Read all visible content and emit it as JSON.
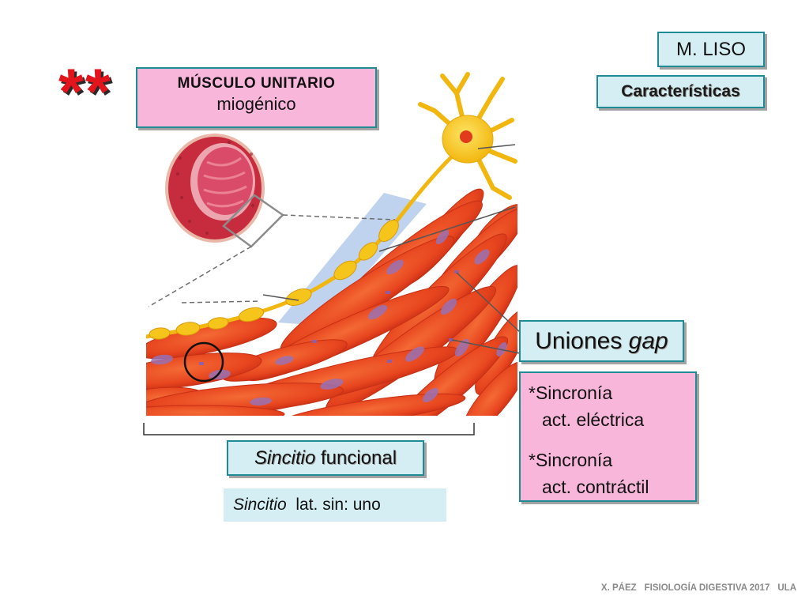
{
  "marker": "**",
  "musculo_box": {
    "line1": "MÚSCULO UNITARIO",
    "line2": "miogénico"
  },
  "m_liso_label": "M. LISO",
  "caracteristicas_label": "Características",
  "uniones_box": {
    "text": "Uniones ",
    "italic": "gap"
  },
  "sincronia_box": {
    "item1": {
      "line1": "*Sincronía",
      "line2": "act. eléctrica"
    },
    "item2": {
      "line1": "*Sincronía",
      "line2": "act. contráctil"
    }
  },
  "sincitio_funcional": {
    "italic": "Sincitio",
    "text": " funcional"
  },
  "sincitio_lat": {
    "italic": "Sincitio",
    "text": "  lat. sin: uno"
  },
  "footer": {
    "author": "X. PÁEZ",
    "course": "FISIOLOGÍA DIGESTIVA 2017",
    "institution": "ULA"
  },
  "colors": {
    "box_border": "#1f8b95",
    "pink_fill": "#f8b6da",
    "blue_fill": "#d5eef3",
    "marker_red": "#e3151c",
    "muscle_cell": "#e8461f",
    "nucleus": "#9a72b4",
    "neuron": "#f6c51b",
    "vessel": "#c72c3e"
  }
}
